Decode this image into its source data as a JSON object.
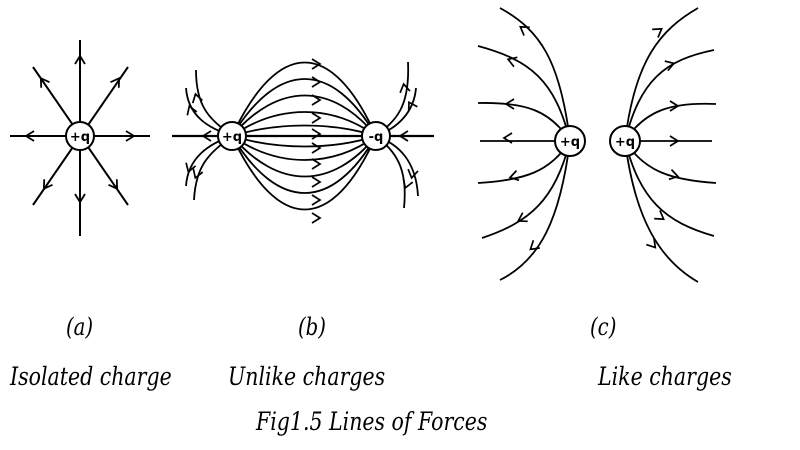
{
  "panels": [
    {
      "letter": "(a)",
      "caption": "Isolated charge",
      "charges": [
        "+q"
      ]
    },
    {
      "letter": "(b)",
      "caption": "Unlike charges",
      "charges": [
        "+q",
        "-q"
      ]
    },
    {
      "letter": "(c)",
      "caption": "Like charges",
      "charges": [
        "+q",
        "+q"
      ]
    }
  ],
  "figure_caption": "Fig1.5 Lines of Forces",
  "colors": {
    "ink": "#000000",
    "background": "#ffffff"
  }
}
